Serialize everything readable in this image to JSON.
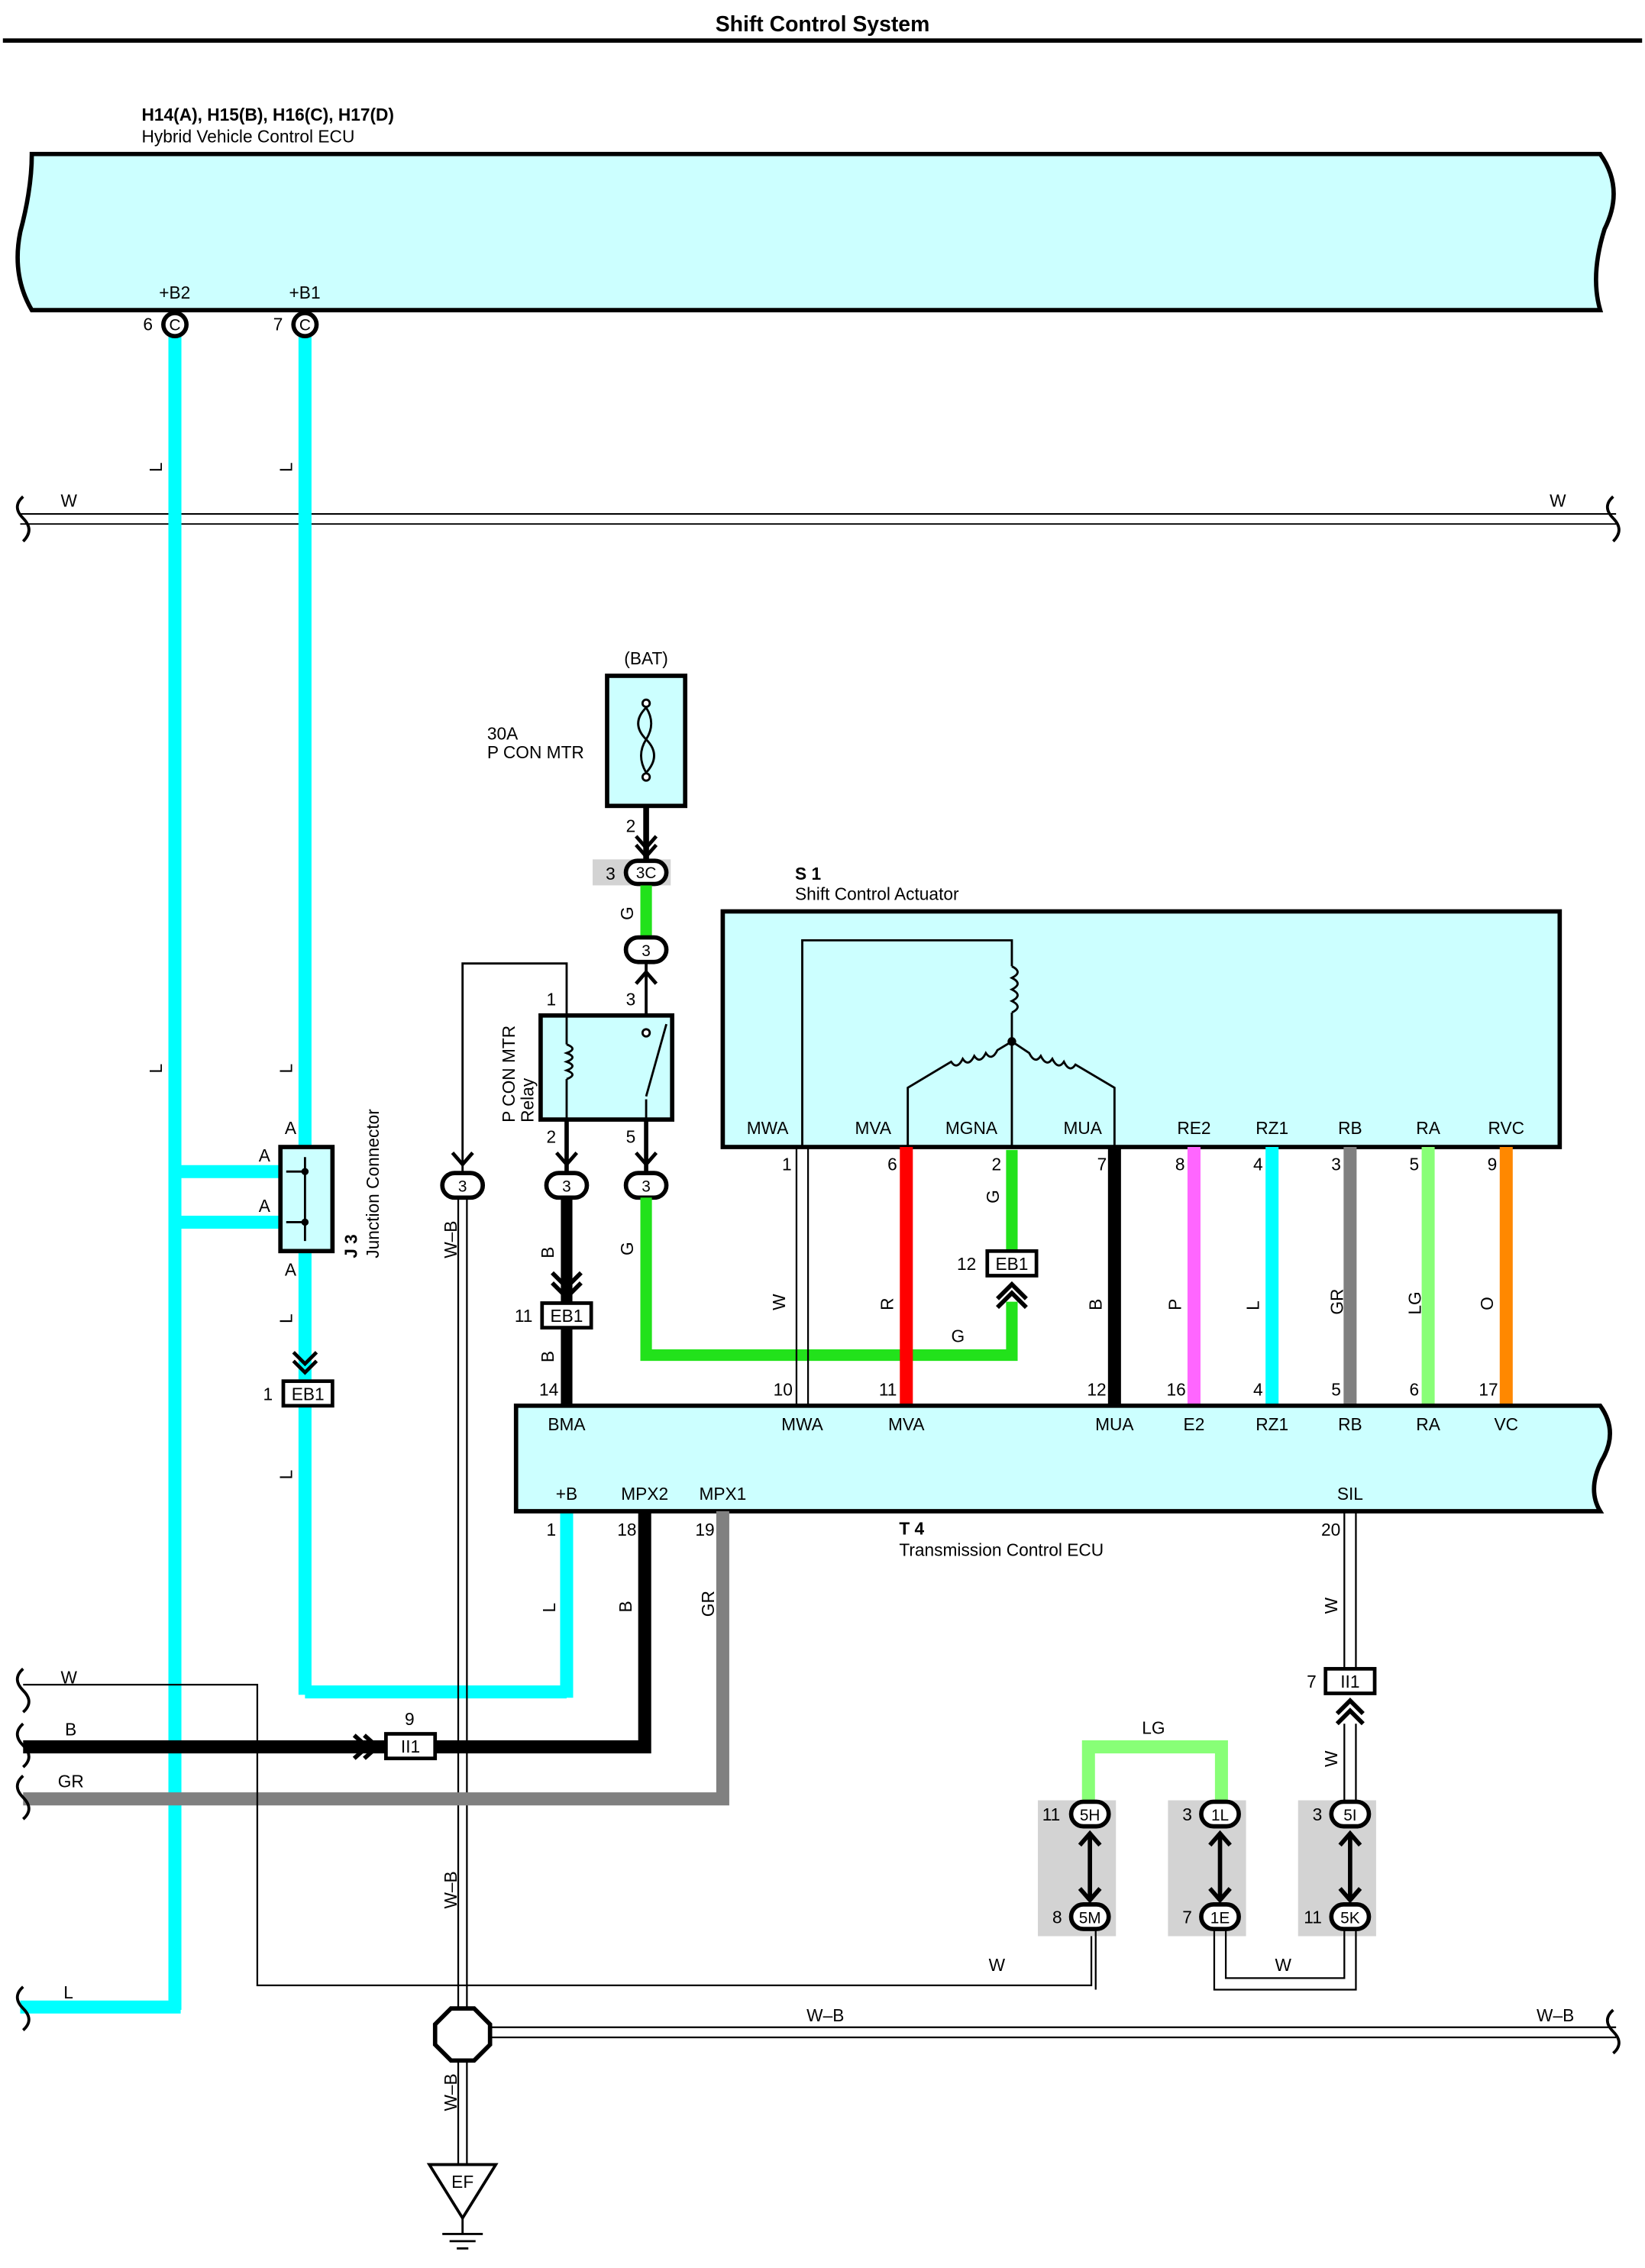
{
  "page_title": "Shift Control System",
  "hv_ecu": {
    "code": "H14(A), H15(B), H16(C), H17(D)",
    "name": "Hybrid Vehicle Control ECU",
    "pins": [
      {
        "label": "+B2",
        "num": "6",
        "conn": "C"
      },
      {
        "label": "+B1",
        "num": "7",
        "conn": "C"
      }
    ]
  },
  "fuse": {
    "source": "(BAT)",
    "rating": "30A",
    "name": "P CON MTR",
    "pin": "2",
    "jb_num": "3",
    "jb": "3C"
  },
  "relay": {
    "name": "P CON MTR",
    "sub": "Relay",
    "pins": [
      "1",
      "3",
      "2",
      "5"
    ],
    "conn": "3"
  },
  "junction": {
    "code": "J 3",
    "name": "Junction Connector",
    "pin": "A"
  },
  "eb1": {
    "name": "EB1",
    "pin1": "1",
    "pin11": "11",
    "pin12": "12"
  },
  "actuator": {
    "code": "S 1",
    "name": "Shift Control Actuator",
    "pins": [
      {
        "label": "MWA",
        "num": "1"
      },
      {
        "label": "MVA",
        "num": "6"
      },
      {
        "label": "MGNA",
        "num": "2"
      },
      {
        "label": "MUA",
        "num": "7"
      },
      {
        "label": "RE2",
        "num": "8"
      },
      {
        "label": "RZ1",
        "num": "4"
      },
      {
        "label": "RB",
        "num": "3"
      },
      {
        "label": "RA",
        "num": "5"
      },
      {
        "label": "RVC",
        "num": "9"
      }
    ]
  },
  "tcm": {
    "code": "T 4",
    "name": "Transmission Control ECU",
    "top_pins": [
      {
        "label": "BMA",
        "num": "14"
      },
      {
        "label": "MWA",
        "num": "10"
      },
      {
        "label": "MVA",
        "num": "11"
      },
      {
        "label": "MUA",
        "num": "12"
      },
      {
        "label": "E2",
        "num": "16"
      },
      {
        "label": "RZ1",
        "num": "4"
      },
      {
        "label": "RB",
        "num": "5"
      },
      {
        "label": "RA",
        "num": "6"
      },
      {
        "label": "VC",
        "num": "17"
      }
    ],
    "bottom_pins": [
      {
        "label": "+B",
        "num": "1"
      },
      {
        "label": "MPX2",
        "num": "18"
      },
      {
        "label": "MPX1",
        "num": "19"
      },
      {
        "label": "SIL",
        "num": "20"
      }
    ]
  },
  "wires": {
    "L": "L",
    "W": "W",
    "G": "G",
    "B": "B",
    "R": "R",
    "P": "P",
    "GR": "GR",
    "LG": "LG",
    "O": "O",
    "WB": "W–B"
  },
  "ii1": {
    "name": "II1",
    "pin9": "9",
    "pin7": "7"
  },
  "joint_connectors": [
    {
      "top": "5H",
      "top_num": "11",
      "bottom": "5M",
      "bottom_num": "8"
    },
    {
      "top": "1L",
      "top_num": "3",
      "bottom": "1E",
      "bottom_num": "7"
    },
    {
      "top": "5I",
      "top_num": "3",
      "bottom": "5K",
      "bottom_num": "11"
    }
  ],
  "ground": "EF",
  "colors": {
    "L": "#00ffff",
    "G": "#22e21b",
    "R": "#ff0000",
    "B": "#000000",
    "P": "#ff66ff",
    "GR": "#808080",
    "LG": "#88ff77",
    "O": "#ff8800",
    "W": "#ffffff",
    "box": "#ccffff",
    "grey_box": "#d3d3d3"
  }
}
